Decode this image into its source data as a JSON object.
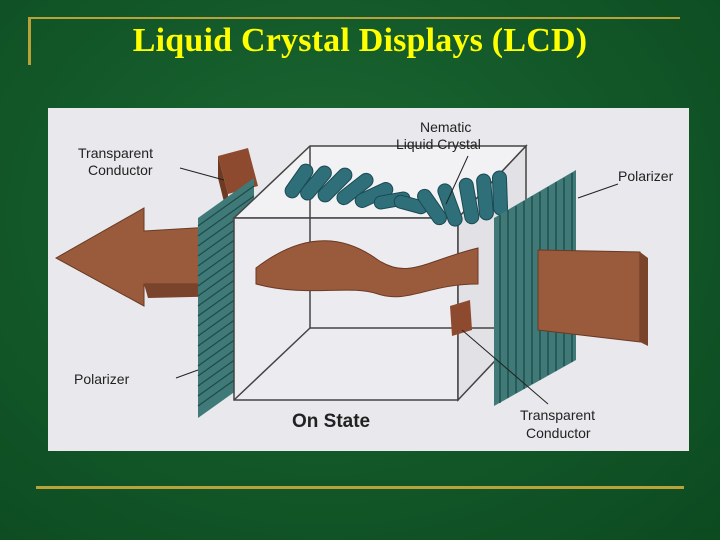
{
  "slide": {
    "title": "Liquid Crystal Displays (LCD)"
  },
  "diagram": {
    "labels": {
      "transparent_conductor_left_1": "Transparent",
      "transparent_conductor_left_2": "Conductor",
      "nematic_1": "Nematic",
      "nematic_2": "Liquid Crystal",
      "polarizer_right": "Polarizer",
      "polarizer_left": "Polarizer",
      "state": "On State",
      "transparent_conductor_right_1": "Transparent",
      "transparent_conductor_right_2": "Conductor"
    },
    "colors": {
      "background": "#145a2a",
      "title": "#ffff00",
      "rule": "#b9a23a",
      "light_beam": "#9a5a3c",
      "crystal": "#2e6f7a",
      "polarizer": "#3f7a78"
    }
  }
}
